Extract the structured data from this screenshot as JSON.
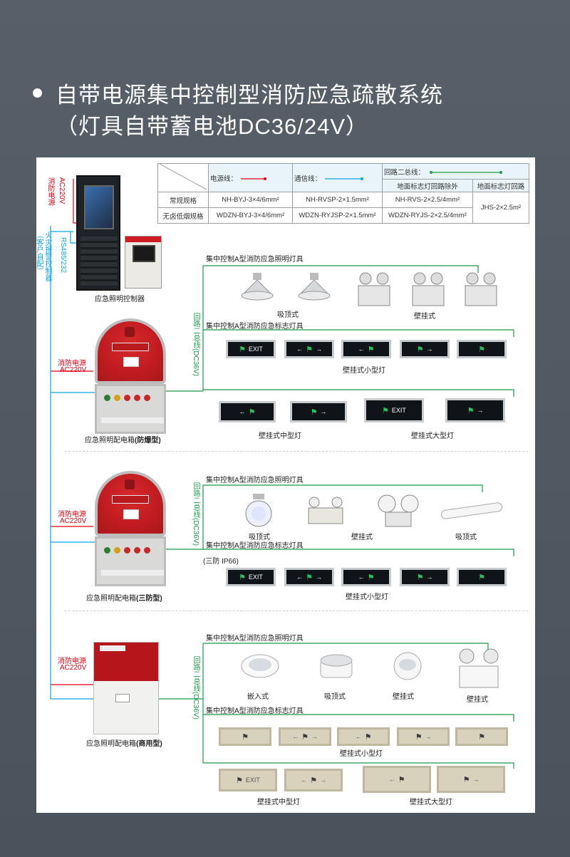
{
  "title": {
    "line1": "自带电源集中控制型消防应急疏散系统",
    "line2": "（灯具自带蓄电池DC36/24V）"
  },
  "legend": {
    "power_line": "电源线：",
    "comm_line": "通信线：",
    "bus_line": "回路二总线：",
    "sub_col1": "地面标志灯回路除外",
    "sub_col2": "地面标志灯回路",
    "row1_label": "常规规格",
    "row1_power": "NH-BYJ-3×4/6mm²",
    "row1_comm": "NH-RVSP-2×1.5mm²",
    "row1_bus": "NH-RVS-2×2.5/4mm²",
    "row2_label": "无卤低烟规格",
    "row2_power": "WDZN-BYJ-3×4/6mm²",
    "row2_comm": "WDZN-RYJSP-2×1.5mm²",
    "row2_bus": "WDZN-RYJS-2×2.5/4mm²",
    "floor_spec": "JHS-2×2.5m²",
    "colors": {
      "power": "#e60012",
      "comm": "#0ea4e0",
      "bus": "#1a9a4a"
    }
  },
  "left": {
    "fire_power_vertical": "消防电源",
    "ac220_vertical": "AC220V",
    "fire_alarm_vertical": "火灾报警控制器",
    "customer_vertical": "（客户自配）",
    "rs485": "RS485/232",
    "controller_label": "应急照明控制器"
  },
  "sections": [
    {
      "fire_power": "消防电源",
      "ac": "AC220V",
      "box_label": "应急照明配电箱",
      "box_type": "(防爆型)",
      "bus_label": "回路二总线(DC36V)",
      "group1_title": "集中控制A型消防应急照明灯具",
      "group1_labels": [
        "吸顶式",
        "壁挂式"
      ],
      "group2_title": "集中控制A型消防应急标志灯具",
      "group2_label": "壁挂式小型灯",
      "group3_labels": [
        "壁挂式中型灯",
        "壁挂式大型灯"
      ],
      "sign_text": "EXIT"
    },
    {
      "fire_power": "消防电源",
      "ac": "AC220V",
      "box_label": "应急照明配电箱",
      "box_type": "(三防型)",
      "bus_label": "回路二总线(DC36V)",
      "group1_title": "集中控制A型消防应急照明灯具",
      "group1_labels": [
        "吸顶式",
        "壁挂式",
        "吸顶式"
      ],
      "group2_title": "集中控制A型消防应急标志灯具",
      "ip_note": "(三防 IP66)",
      "group2_label": "壁挂式小型灯",
      "sign_text": "EXIT"
    },
    {
      "fire_power": "消防电源",
      "ac": "AC220V",
      "box_label": "应急照明配电箱",
      "box_type": "(商用型)",
      "bus_label": "回路二总线(DC36V)",
      "group1_title": "集中控制A型消防应急照明灯具",
      "group1_labels": [
        "嵌入式",
        "吸顶式",
        "壁挂式",
        "壁挂式"
      ],
      "group2_title": "集中控制A型消防应急标志灯具",
      "group2_label": "壁挂式小型灯",
      "group3_labels": [
        "壁挂式中型灯",
        "壁挂式大型灯"
      ],
      "sign_text": "EXIT"
    }
  ]
}
